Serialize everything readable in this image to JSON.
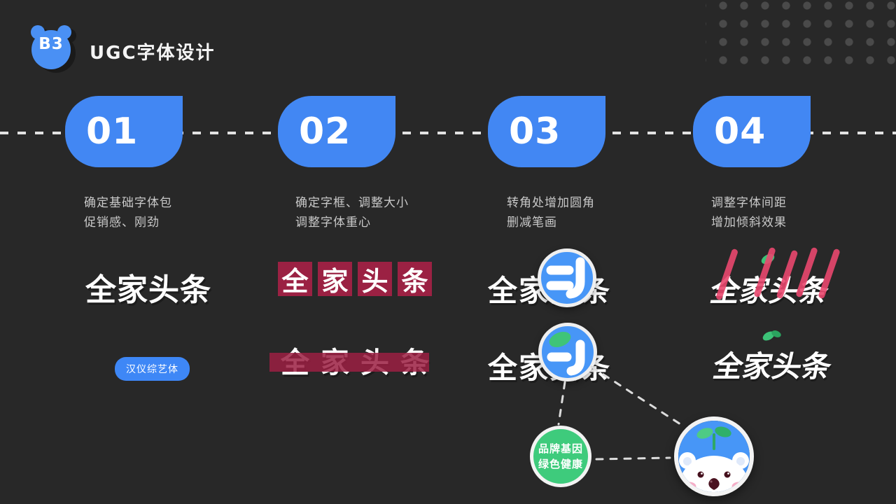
{
  "header": {
    "badge": "B3",
    "title": "UGC字体设计"
  },
  "steps": [
    {
      "number": "01",
      "line1": "确定基础字体包",
      "line2": "促销感、刚劲"
    },
    {
      "number": "02",
      "line1": "确定字框、调整大小",
      "line2": "调整字体重心"
    },
    {
      "number": "03",
      "line1": "转角处增加圆角",
      "line2": "删减笔画"
    },
    {
      "number": "04",
      "line1": "调整字体间距",
      "line2": "增加倾斜效果"
    }
  ],
  "examples": {
    "logo_text": "全家头条",
    "chars": [
      "全",
      "家",
      "头",
      "条"
    ],
    "font_tag": "汉仪综艺体"
  },
  "annotations": {
    "brand_line1": "品牌基因",
    "brand_line2": "绿色健康"
  },
  "colors": {
    "background": "#282828",
    "accent_blue": "#4287f3",
    "circle_blue": "#4796f7",
    "crimson": "#9b2143",
    "pink_strike": "#e9476e",
    "green": "#3ecb7c",
    "leaf_green": "#3cc277",
    "text_grey": "#c9c9c9"
  }
}
